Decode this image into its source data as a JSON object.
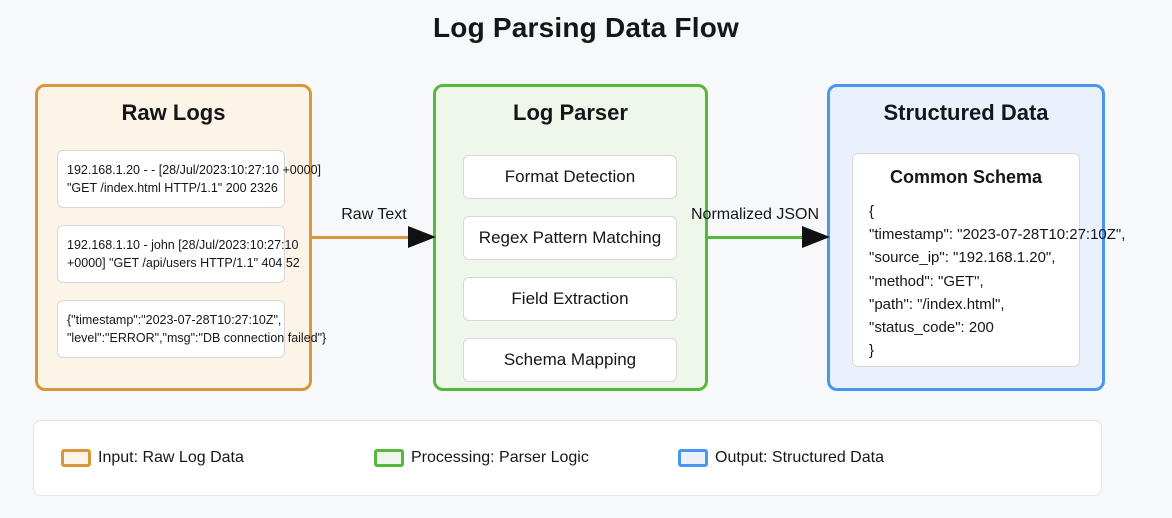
{
  "title": "Log Parsing Data Flow",
  "colors": {
    "page_bg": "#F7F8FA",
    "text": "#14161A",
    "input_border": "#D8973B",
    "input_fill": "#FCF4E6",
    "process_border": "#55B93C",
    "process_fill": "#EFF7EB",
    "output_border": "#4896F0",
    "output_fill": "#E9F1FC",
    "arrow_head": "#111111",
    "card_border": "#D7D7D7",
    "legend_border": "#E3E5E8"
  },
  "nodes": {
    "raw_logs": {
      "title": "Raw Logs",
      "entries": [
        {
          "line1": "192.168.1.20 - - [28/Jul/2023:10:27:10 +0000]",
          "line2": "\"GET /index.html HTTP/1.1\" 200 2326"
        },
        {
          "line1": "192.168.1.10 - john [28/Jul/2023:10:27:10",
          "line2": "+0000] \"GET /api/users HTTP/1.1\" 404 52"
        },
        {
          "line1": "{\"timestamp\":\"2023-07-28T10:27:10Z\",",
          "line2": "\"level\":\"ERROR\",\"msg\":\"DB connection failed\"}"
        }
      ]
    },
    "log_parser": {
      "title": "Log Parser",
      "steps": [
        "Format Detection",
        "Regex Pattern Matching",
        "Field Extraction",
        "Schema Mapping"
      ]
    },
    "structured_data": {
      "title": "Structured Data",
      "schema_title": "Common Schema",
      "schema_lines": [
        "{",
        "\"timestamp\": \"2023-07-28T10:27:10Z\",",
        "\"source_ip\": \"192.168.1.20\",",
        "\"method\": \"GET\",",
        "\"path\": \"/index.html\",",
        "\"status_code\": 200",
        "}"
      ]
    }
  },
  "arrows": [
    {
      "label": "Raw Text"
    },
    {
      "label": "Normalized JSON"
    }
  ],
  "legend": {
    "items": [
      {
        "label": "Input: Raw Log Data"
      },
      {
        "label": "Processing: Parser Logic"
      },
      {
        "label": "Output: Structured Data"
      }
    ]
  }
}
